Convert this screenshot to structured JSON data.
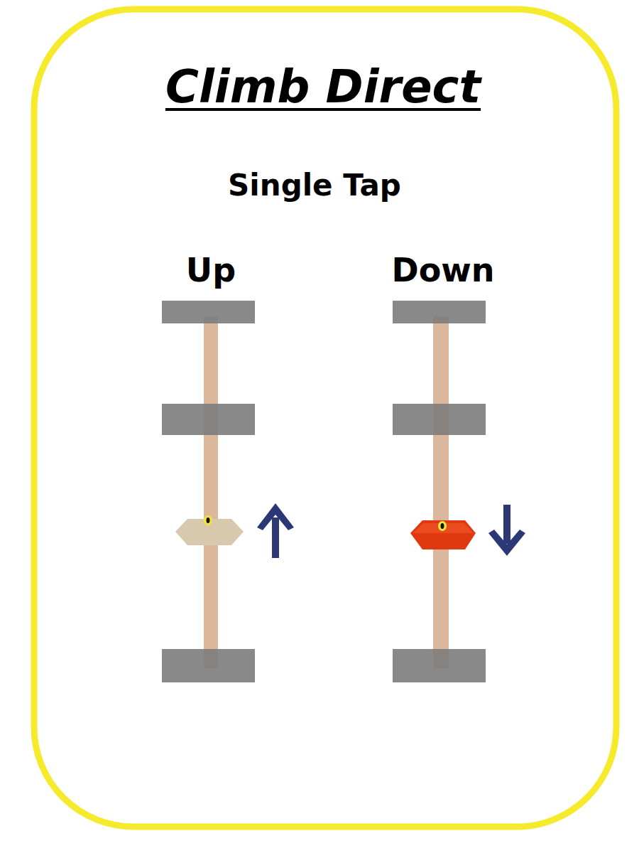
{
  "diagram": {
    "title": "Climb Direct",
    "labels": [
      "Single Tap",
      "Up",
      "Down"
    ]
  }
}
